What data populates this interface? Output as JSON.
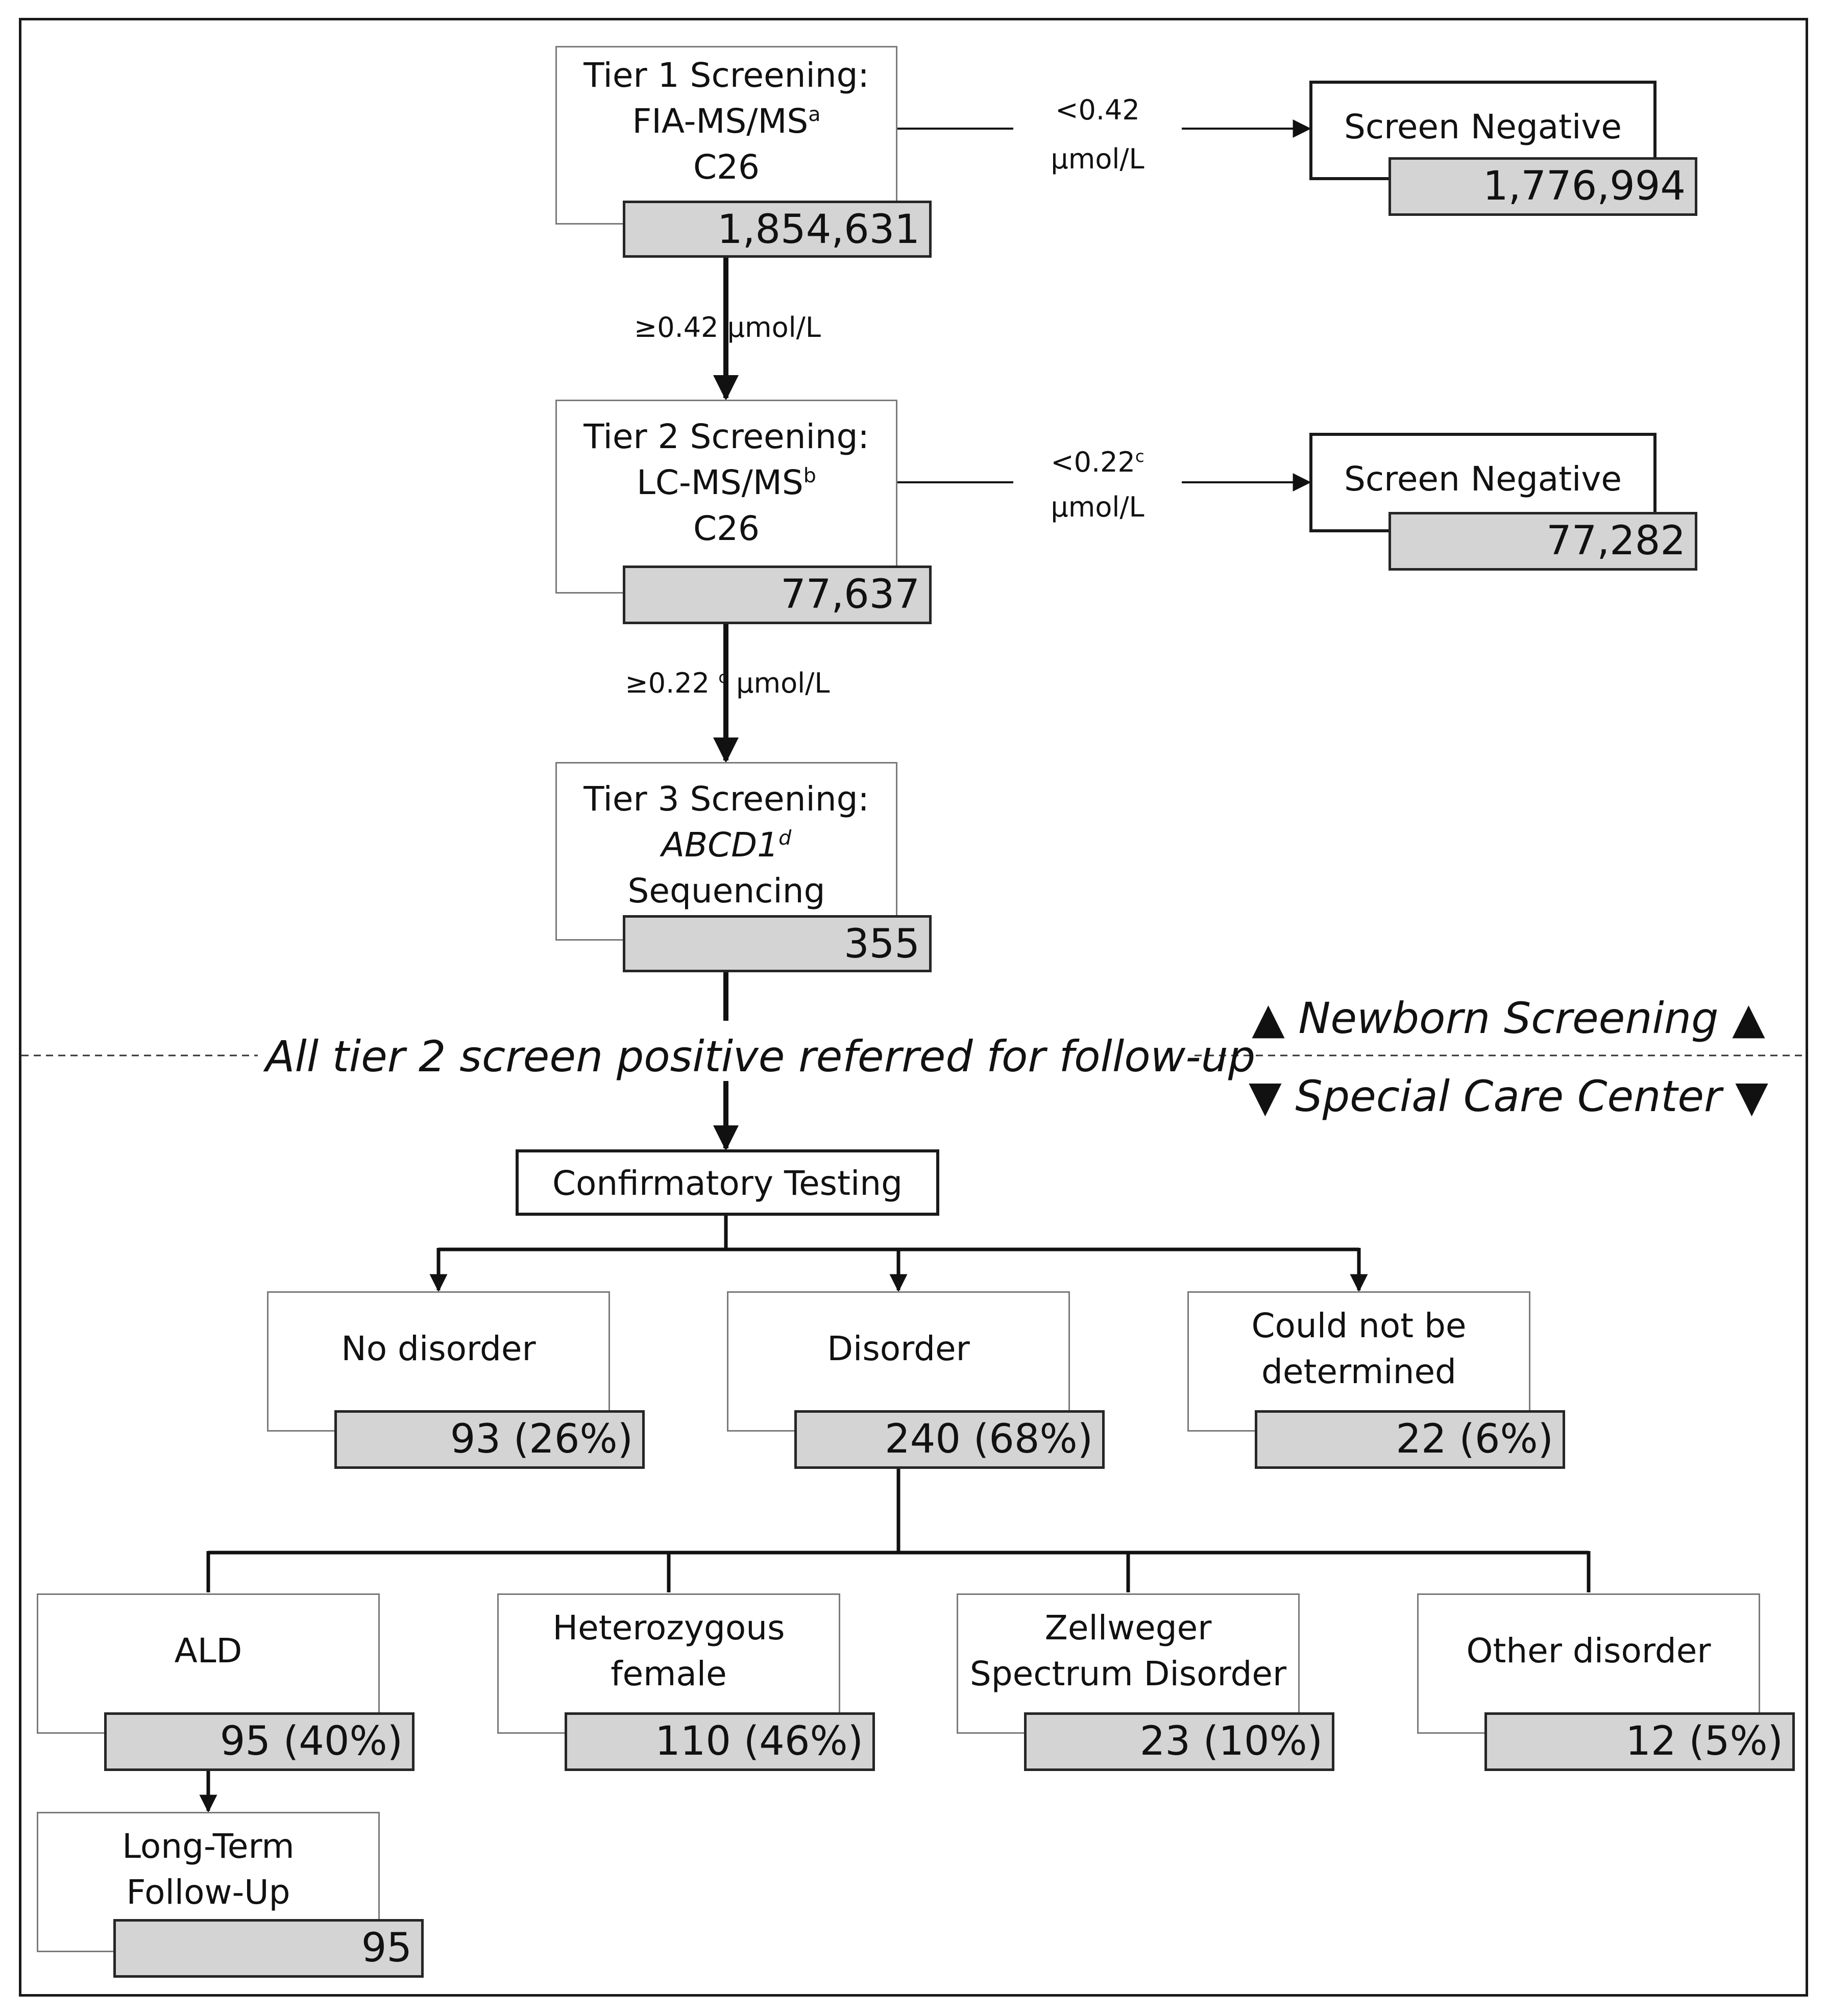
{
  "tier1": {
    "title": "Tier 1 Screening:",
    "method": "FIA-MS/MS",
    "method_sup": "a",
    "marker": "C26",
    "count": "1,854,631"
  },
  "tier1_negative": {
    "label": "Screen Negative",
    "count": "1,776,994",
    "threshold": "<0.42",
    "unit": "µmol/L"
  },
  "tier1_to_tier2": {
    "threshold": "≥0.42 µmol/L"
  },
  "tier2": {
    "title": "Tier 2 Screening:",
    "method": "LC-MS/MS",
    "method_sup": "b",
    "marker": "C26",
    "count": "77,637"
  },
  "tier2_negative": {
    "label": "Screen Negative",
    "count": "77,282",
    "threshold": "<0.22",
    "threshold_sup": "c",
    "unit": "µmol/L"
  },
  "tier2_to_tier3": {
    "threshold_prefix": "≥0.22",
    "threshold_sup": "c",
    "unit": "µmol/L"
  },
  "tier3": {
    "title": "Tier 3 Screening:",
    "gene": "ABCD1",
    "gene_sup": "d",
    "method": "Sequencing",
    "count": "355"
  },
  "divider": {
    "text": "All tier 2 screen positive referred for follow-up",
    "upper_label": "▲ Newborn Screening ▲",
    "lower_label": "▼ Special Care Center ▼"
  },
  "confirmatory": {
    "label": "Confirmatory Testing"
  },
  "outcomes": [
    {
      "label_line1": "No disorder",
      "label_line2": "",
      "count": "93 (26%)"
    },
    {
      "label_line1": "Disorder",
      "label_line2": "",
      "count": "240 (68%)"
    },
    {
      "label_line1": "Could not be",
      "label_line2": "determined",
      "count": "22 (6%)"
    }
  ],
  "disorders": [
    {
      "label_line1": "ALD",
      "label_line2": "",
      "count": "95 (40%)"
    },
    {
      "label_line1": "Heterozygous",
      "label_line2": "female",
      "count": "110 (46%)"
    },
    {
      "label_line1": "Zellweger",
      "label_line2": "Spectrum Disorder",
      "count": "23 (10%)"
    },
    {
      "label_line1": "Other disorder",
      "label_line2": "",
      "count": "12 (5%)"
    }
  ],
  "followup": {
    "label_line1": "Long-Term",
    "label_line2": "Follow-Up",
    "count": "95"
  }
}
